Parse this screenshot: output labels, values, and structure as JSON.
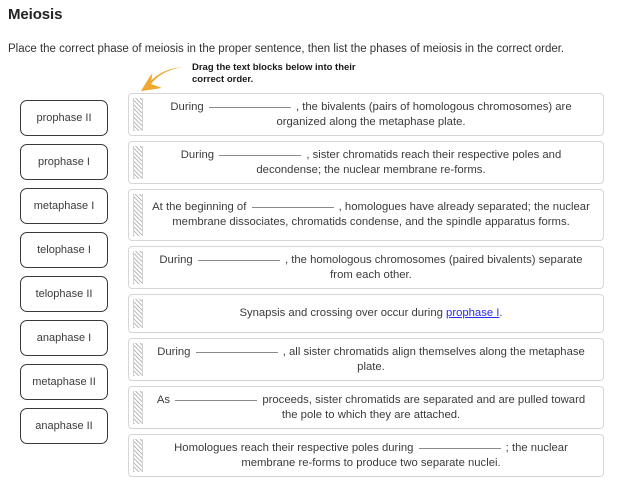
{
  "header": {
    "title": "Meiosis",
    "instructions": "Place the correct phase of meiosis in the proper sentence, then list the phases of meiosis in the correct order."
  },
  "drag_hint": {
    "text": "Drag the text blocks below into their correct order.",
    "arrow_icon": "curved-arrow-down-left-icon",
    "arrow_color": "#F0A830"
  },
  "phase_chips": [
    {
      "label": "prophase II"
    },
    {
      "label": "prophase I"
    },
    {
      "label": "metaphase I"
    },
    {
      "label": "telophase I"
    },
    {
      "label": "telophase II"
    },
    {
      "label": "anaphase I"
    },
    {
      "label": "metaphase II"
    },
    {
      "label": "anaphase II"
    }
  ],
  "sentence_blocks": [
    {
      "lead": "During",
      "blank": true,
      "tail": ", the bivalents (pairs of homologous chromosomes) are organized along the metaphase plate.",
      "lines": 2
    },
    {
      "lead": "During",
      "blank": true,
      "tail": ", sister chromatids reach their respective poles and decondense; the nuclear membrane re-forms.",
      "lines": 2
    },
    {
      "lead": "At the beginning of",
      "blank": true,
      "tail": ", homologues have already separated; the nuclear membrane dissociates, chromatids condense, and the spindle apparatus forms.",
      "lines": 3
    },
    {
      "lead": "During",
      "blank": true,
      "tail": ", the homologous chromosomes (paired bivalents) separate from each other.",
      "lines": 2
    },
    {
      "lead": "Synapsis and crossing over occur during ",
      "blank": false,
      "link": "prophase I",
      "tail": ".",
      "lines": 1
    },
    {
      "lead": "During",
      "blank": true,
      "tail": ", all sister chromatids align themselves along the metaphase plate.",
      "lines": 2
    },
    {
      "lead": "As",
      "blank": true,
      "tail": "proceeds, sister chromatids are separated and are pulled toward the pole to which they are attached.",
      "lines": 2
    },
    {
      "lead": "Homologues reach their respective poles during",
      "blank": true,
      "tail": "; the nuclear membrane re-forms to produce two separate nuclei.",
      "lines": 2
    }
  ]
}
